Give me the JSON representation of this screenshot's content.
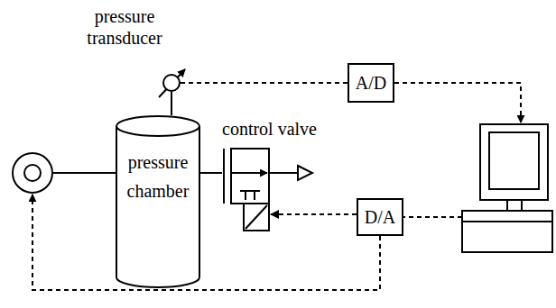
{
  "diagram": {
    "nodes": [
      {
        "text": [
          "pressure transducer"
        ]
      },
      {
        "text": [
          "pressure chamber"
        ]
      },
      {
        "text": [
          "control valve"
        ]
      },
      {
        "text": [
          "A/D"
        ]
      },
      {
        "text": [
          "D/A"
        ]
      }
    ],
    "edges": [
      {
        "from": 0,
        "to": 3,
        "arrow": "none"
      },
      {
        "from": 0,
        "to": 1,
        "arrow": "none"
      },
      {
        "from": 1,
        "to": 2,
        "arrow": "none"
      },
      {
        "from": 4,
        "to": 2,
        "arrow": "to"
      }
    ]
  }
}
